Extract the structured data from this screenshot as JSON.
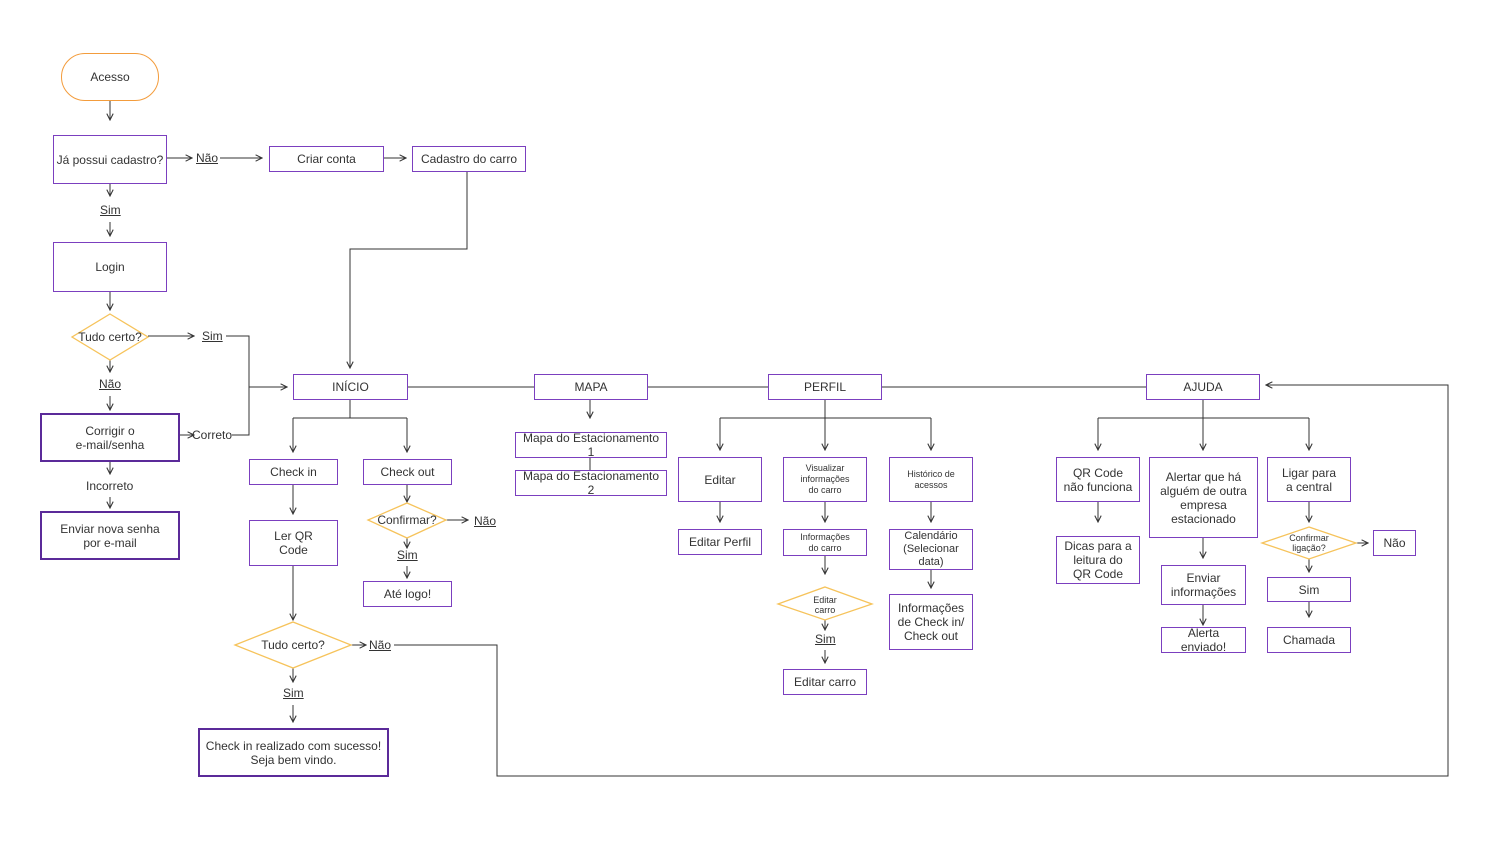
{
  "nodes": {
    "acesso": "Acesso",
    "ja_possui_cadastro": "Já possui cadastro?",
    "criar_conta": "Criar conta",
    "cadastro_do_carro": "Cadastro do carro",
    "login": "Login",
    "tudo_certo_login": "Tudo certo?",
    "corrigir": "Corrigir o\ne-mail/senha",
    "enviar_nova_senha": "Enviar nova senha\npor e-mail",
    "inicio": "INÍCIO",
    "mapa": "MAPA",
    "perfil": "PERFIL",
    "ajuda": "AJUDA",
    "check_in": "Check in",
    "check_out": "Check out",
    "ler_qr_code": "Ler QR\nCode",
    "confirmar_checkout": "Confirmar?",
    "ate_logo": "Até logo!",
    "tudo_certo_checkin": "Tudo certo?",
    "checkin_sucesso": "Check in realizado com sucesso!\nSeja bem vindo.",
    "mapa_est_1": "Mapa do Estacionamento 1",
    "mapa_est_2": "Mapa do Estacionamento 2",
    "editar": "Editar",
    "editar_perfil": "Editar Perfil",
    "visualizar_info_carro": "Visualizar\ninformações\ndo carro",
    "informacoes_do_carro": "Informações\ndo carro",
    "editar_carro_q": "Editar\ncarro",
    "editar_carro": "Editar carro",
    "historico_acessos": "Histórico de\nacessos",
    "calendario": "Calendário\n(Selecionar data)",
    "info_checkin_checkout": "Informações\nde Check in/\nCheck out",
    "qr_code_nao_funciona": "QR Code\nnão funciona",
    "dicas_leitura": "Dicas para a\nleitura do\nQR Code",
    "alertar_empresa": "Alertar que há\nalguém de outra\nempresa\nestacionado",
    "enviar_informacoes": "Enviar\ninformações",
    "alerta_enviado": "Alerta enviado!",
    "ligar_central": "Ligar para\na central",
    "confirmar_ligacao": "Confirmar\nligação?",
    "nao_ligacao": "Não",
    "sim_ligacao": "Sim",
    "chamada": "Chamada"
  },
  "labels": {
    "nao_cadastro": "Não",
    "sim_cadastro": "Sim",
    "sim_login": "Sim",
    "nao_login": "Não",
    "correto": "Correto",
    "incorreto": "Incorreto",
    "nao_checkout": "Não",
    "sim_checkout": "Sim",
    "nao_checkin": "Não",
    "sim_checkin": "Sim",
    "sim_editar_carro": "Sim"
  },
  "colors": {
    "box_border": "#7b3fbf",
    "decision_border": "#f6c35b",
    "start_border": "#f39c3c",
    "line": "#333333"
  }
}
